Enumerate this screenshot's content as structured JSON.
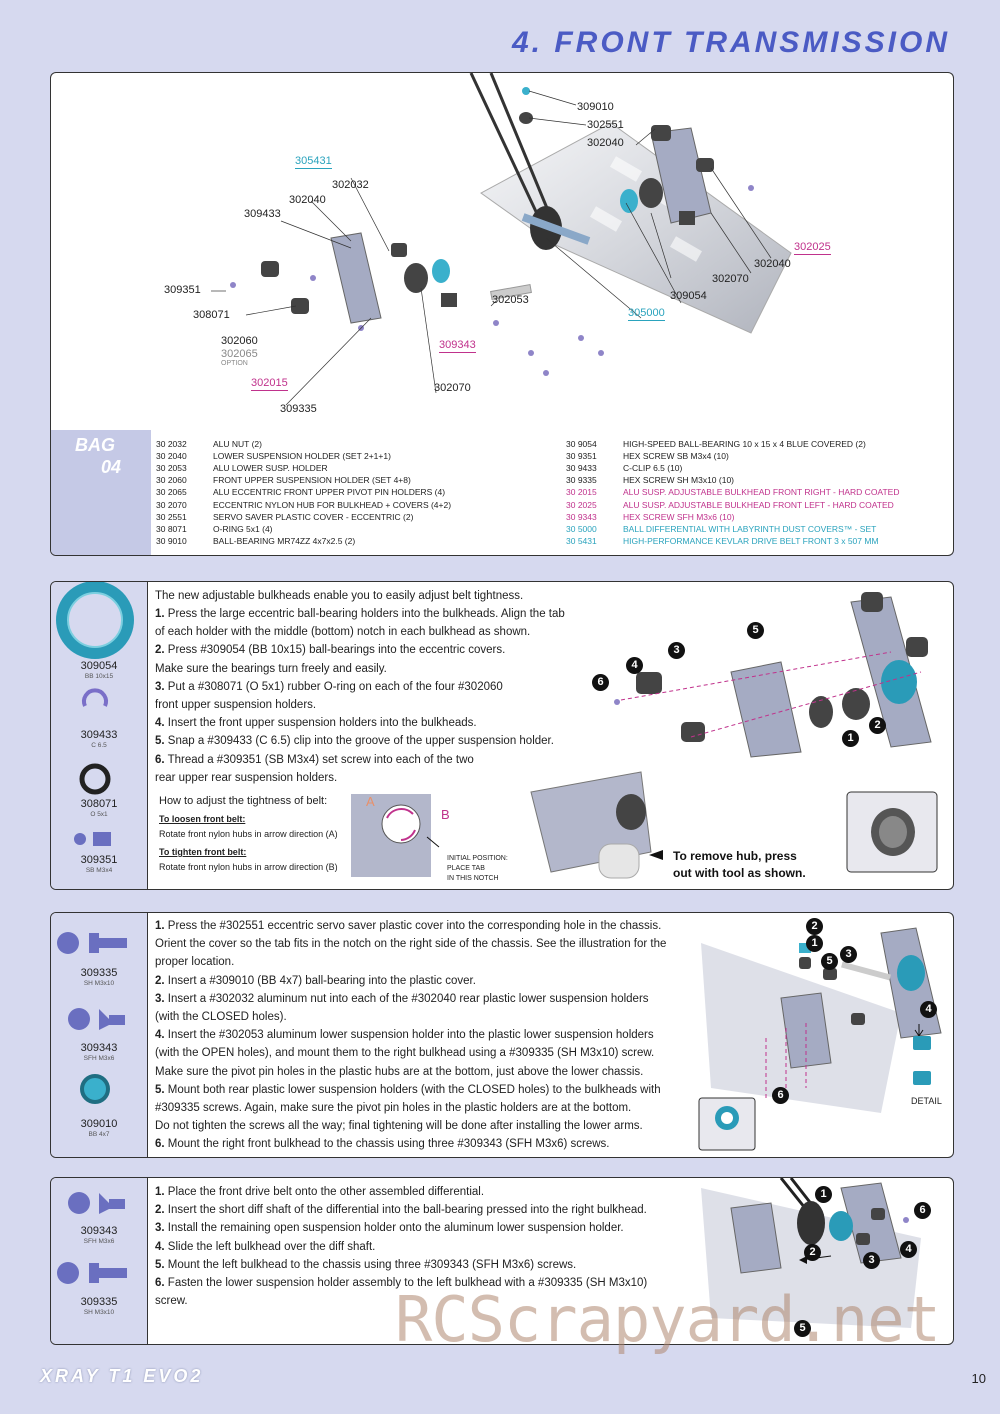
{
  "title": "4. FRONT TRANSMISSION",
  "diagram_labels": {
    "l309010": "309010",
    "l302551": "302551",
    "l302040a": "302040",
    "l305431": "305431",
    "l302032": "302032",
    "l302040b": "302040",
    "l309433": "309433",
    "l302025": "302025",
    "l302040c": "302040",
    "l302070a": "302070",
    "l309054": "309054",
    "l309351": "309351",
    "l302053": "302053",
    "l305000": "305000",
    "l308071": "308071",
    "l309343": "309343",
    "l302060": "302060",
    "l302065": "302065",
    "option": "OPTION",
    "l302015": "302015",
    "l302070b": "302070",
    "l309335": "309335"
  },
  "bag": {
    "line1": "BAG",
    "line2": "04"
  },
  "parts_left": [
    {
      "code": "30 2032",
      "desc": "ALU NUT  (2)"
    },
    {
      "code": "30 2040",
      "desc": "LOWER SUSPENSION HOLDER  (SET 2+1+1)"
    },
    {
      "code": "30 2053",
      "desc": "ALU LOWER SUSP. HOLDER"
    },
    {
      "code": "30 2060",
      "desc": "FRONT UPPER SUSPENSION HOLDER  (SET 4+8)"
    },
    {
      "code": "30 2065",
      "desc": "ALU ECCENTRIC FRONT UPPER PIVOT PIN HOLDERS  (4)"
    },
    {
      "code": "30 2070",
      "desc": "ECCENTRIC NYLON HUB FOR BULKHEAD + COVERS (4+2)"
    },
    {
      "code": "30 2551",
      "desc": "SERVO SAVER PLASTIC COVER - ECCENTRIC (2)"
    },
    {
      "code": "30 8071",
      "desc": "O-RING 5x1 (4)"
    },
    {
      "code": "30 9010",
      "desc": "BALL-BEARING MR74ZZ 4x7x2.5  (2)"
    }
  ],
  "parts_right": [
    {
      "code": "30 9054",
      "desc": "HIGH-SPEED BALL-BEARING 10 x 15 x 4 BLUE COVERED (2)",
      "color": ""
    },
    {
      "code": "30 9351",
      "desc": "HEX SCREW  SB M3x4 (10)",
      "color": ""
    },
    {
      "code": "30 9433",
      "desc": "C-CLIP 6.5  (10)",
      "color": ""
    },
    {
      "code": "30 9335",
      "desc": "HEX SCREW  SH M3x10  (10)",
      "color": ""
    },
    {
      "code": "30 2015",
      "desc": "ALU SUSP. ADJUSTABLE BULKHEAD FRONT RIGHT - HARD COATED",
      "color": "pink"
    },
    {
      "code": "30 2025",
      "desc": "ALU SUSP. ADJUSTABLE BULKHEAD FRONT LEFT - HARD COATED",
      "color": "pink"
    },
    {
      "code": "30 9343",
      "desc": "HEX SCREW  SFH M3x6  (10)",
      "color": "pink"
    },
    {
      "code": "30 5000",
      "desc": "BALL DIFFERENTIAL WITH LABYRINTH DUST COVERS™ - SET",
      "color": "cyan"
    },
    {
      "code": "30 5431",
      "desc": "HIGH-PERFORMANCE KEVLAR DRIVE BELT FRONT 3 x 507 MM",
      "color": "cyan"
    }
  ],
  "section1": {
    "icons": [
      {
        "code": "309054",
        "sub": "BB 10x15"
      },
      {
        "code": "309433",
        "sub": "C 6.5"
      },
      {
        "code": "308071",
        "sub": "O 5x1"
      },
      {
        "code": "309351",
        "sub": "SB M3x4"
      }
    ],
    "intro": "The new adjustable bulkheads enable you to easily adjust belt tightness.",
    "steps": [
      {
        "n": "1.",
        "t": " Press the large eccentric ball-bearing holders into the bulkheads. Align the tab"
      },
      {
        "n": "",
        "t": "of each holder with the middle (bottom) notch in each bulkhead as shown."
      },
      {
        "n": "2.",
        "t": " Press #309054 (BB 10x15) ball-bearings into the eccentric covers."
      },
      {
        "n": "",
        "t": "Make sure the bearings turn freely and easily."
      },
      {
        "n": "3.",
        "t": " Put a #308071 (O 5x1) rubber O-ring on each of the four #302060"
      },
      {
        "n": "",
        "t": "front upper suspension holders."
      },
      {
        "n": "4.",
        "t": " Insert the front upper suspension holders into the bulkheads."
      },
      {
        "n": "5.",
        "t": " Snap a #309433 (C 6.5) clip into the groove of the upper suspension holder."
      },
      {
        "n": "6.",
        "t": " Thread a #309351 (SB M3x4) set screw into each of the two"
      },
      {
        "n": "",
        "t": "rear upper rear suspension holders."
      }
    ],
    "adjust_title": "How to adjust the tightness of belt:",
    "loosen_head": "To loosen front belt:",
    "loosen_text": "Rotate front nylon hubs in arrow direction (A)",
    "tighten_head": "To tighten front belt:",
    "tighten_text": "Rotate front nylon hubs in arrow direction (B)",
    "label_a": "A",
    "label_b": "B",
    "init_pos": [
      "INITIAL POSITION:",
      "PLACE TAB",
      "IN THIS NOTCH"
    ],
    "remove_hub": [
      "To remove hub, press",
      "out with tool as shown."
    ],
    "callouts": [
      "1",
      "2",
      "3",
      "4",
      "5",
      "6"
    ]
  },
  "section2": {
    "icons": [
      {
        "code": "309335",
        "sub": "SH M3x10"
      },
      {
        "code": "309343",
        "sub": "SFH M3x6"
      },
      {
        "code": "309010",
        "sub": "BB 4x7"
      }
    ],
    "steps": [
      {
        "n": "1.",
        "t": " Press the #302551 eccentric servo saver plastic cover into the corresponding hole in the chassis."
      },
      {
        "n": "",
        "t": "Orient the cover so the tab fits in the notch on the right side of the chassis. See the illustration for the"
      },
      {
        "n": "",
        "t": "proper location."
      },
      {
        "n": "2.",
        "t": " Insert a #309010 (BB 4x7) ball-bearing into the plastic cover."
      },
      {
        "n": "3.",
        "t": " Insert a #302032 aluminum nut into each of the #302040 rear plastic lower suspension holders"
      },
      {
        "n": "",
        "t": "(with the CLOSED holes)."
      },
      {
        "n": "4.",
        "t": " Insert the #302053 aluminum lower suspension holder into the plastic lower suspension holders"
      },
      {
        "n": "",
        "t": "(with the OPEN holes), and mount them to the right bulkhead using a #309335 (SH M3x10) screw."
      },
      {
        "n": "",
        "t": "Make sure the pivot pin holes in the plastic hubs are at the bottom, just above the lower chassis."
      },
      {
        "n": "5.",
        "t": " Mount both rear plastic lower suspension holders (with the CLOSED holes) to the bulkheads with"
      },
      {
        "n": "",
        "t": "#309335 screws. Again, make sure the pivot pin holes in the plastic holders are at the bottom."
      },
      {
        "n": "",
        "t": "Do not tighten the screws all the way; final tightening will be done after installing the lower arms."
      },
      {
        "n": "6.",
        "t": " Mount the right front bulkhead to the chassis using three #309343 (SFH M3x6) screws."
      }
    ],
    "detail": "DETAIL",
    "callouts": [
      "2",
      "1",
      "3",
      "5",
      "4",
      "6"
    ]
  },
  "section3": {
    "icons": [
      {
        "code": "309343",
        "sub": "SFH M3x6"
      },
      {
        "code": "309335",
        "sub": "SH M3x10"
      }
    ],
    "steps": [
      {
        "n": "1.",
        "t": " Place the front drive belt onto the other assembled differential."
      },
      {
        "n": "2.",
        "t": " Insert the short diff shaft of the differential into the ball-bearing pressed into the right bulkhead."
      },
      {
        "n": "3.",
        "t": " Install the remaining open suspension holder onto the aluminum lower suspension holder."
      },
      {
        "n": "4.",
        "t": " Slide the left bulkhead over the diff shaft."
      },
      {
        "n": "5.",
        "t": " Mount the left bulkhead to the chassis using three #309343 (SFH M3x6) screws."
      },
      {
        "n": "6.",
        "t": " Fasten the lower suspension holder assembly to the left bulkhead with a #309335 (SH M3x10)"
      },
      {
        "n": "",
        "t": "screw."
      }
    ],
    "callouts": [
      "1",
      "6",
      "2",
      "4",
      "3",
      "5"
    ]
  },
  "watermark": "RCScrapyard.net",
  "logo": "XRAY T1 EVO2",
  "page_number": "10",
  "colors": {
    "accent": "#4b5bc4",
    "pink": "#c0328c",
    "cyan": "#2aa3bd",
    "part": "#9aa0bd",
    "bg": "#d6d9ef"
  }
}
